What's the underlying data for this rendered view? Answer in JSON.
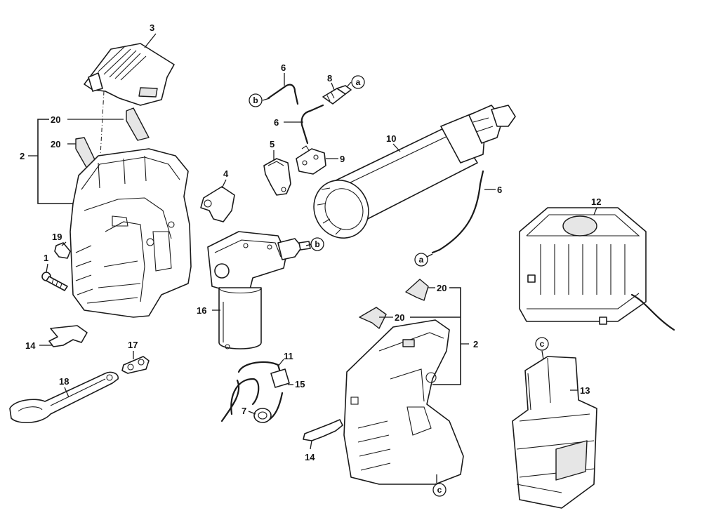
{
  "callouts": {
    "n1": "1",
    "n2a": "2",
    "n2b": "2",
    "n3": "3",
    "n4": "4",
    "n5": "5",
    "n6a": "6",
    "n6b": "6",
    "n6c": "6",
    "n7": "7",
    "n8": "8",
    "n9": "9",
    "n10": "10",
    "n11": "11",
    "n12": "12",
    "n13": "13",
    "n14a": "14",
    "n14b": "14",
    "n15": "15",
    "n16": "16",
    "n17": "17",
    "n18": "18",
    "n19": "19",
    "n20a": "20",
    "n20b": "20",
    "n20c": "20",
    "n20d": "20"
  },
  "connectors": {
    "a1": "a",
    "a2": "a",
    "b1": "b",
    "b2": "b",
    "c1": "c",
    "c2": "c"
  },
  "colors": {
    "line": "#1a1a1a",
    "background": "#ffffff",
    "fill": "#e6e6e6"
  }
}
